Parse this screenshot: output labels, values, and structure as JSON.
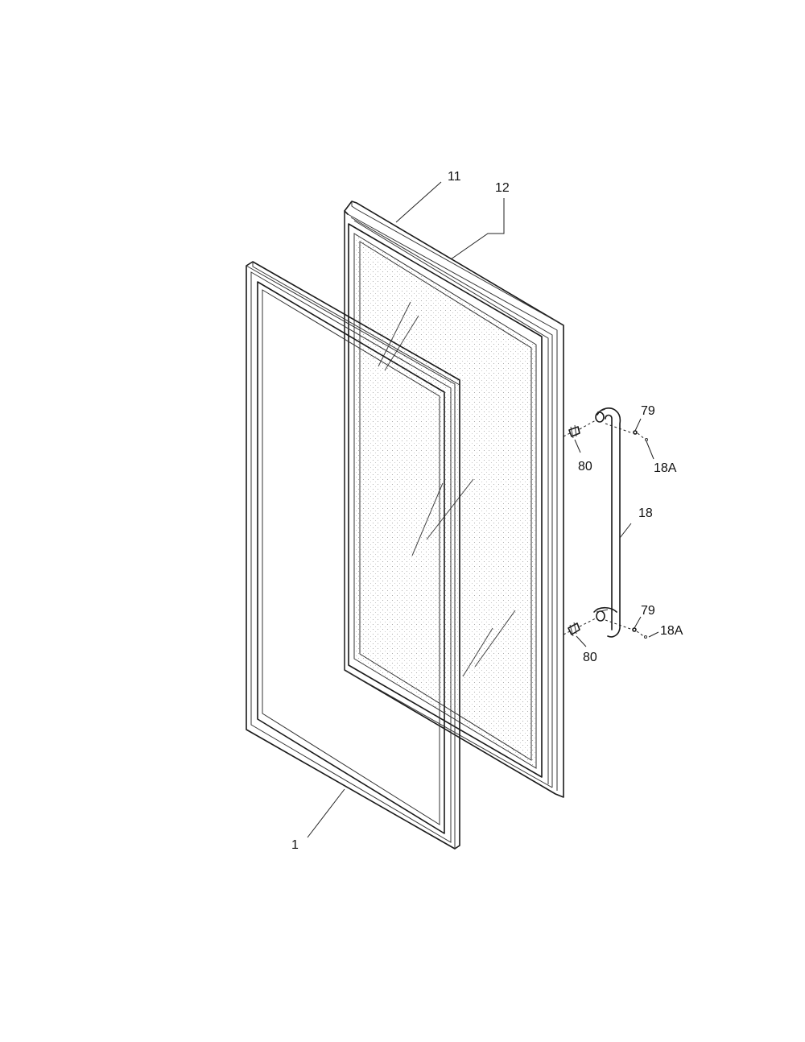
{
  "diagram": {
    "callouts": {
      "c11": "11",
      "c12": "12",
      "c1": "1",
      "c79_top": "79",
      "c18a_top": "18A",
      "c80_top": "80",
      "c18": "18",
      "c79_bottom": "79",
      "c18a_bottom": "18A",
      "c80_bottom": "80"
    }
  }
}
